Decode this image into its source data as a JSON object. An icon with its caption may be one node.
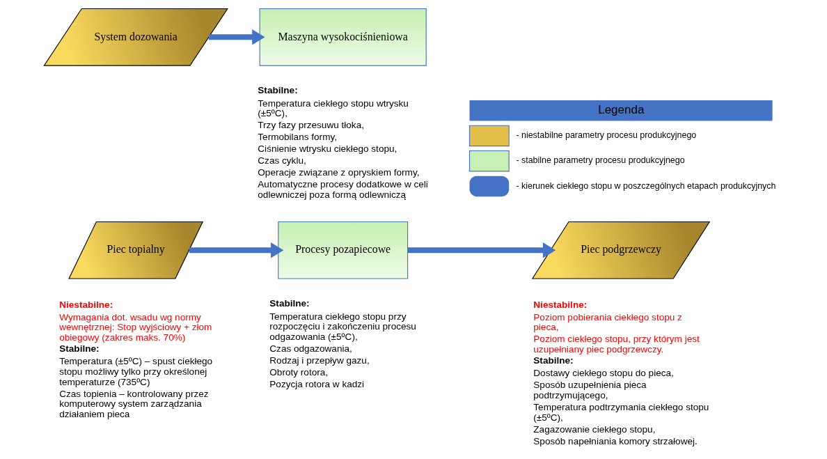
{
  "diagram": {
    "nodes": [
      {
        "text": [
          "Piec topialny"
        ],
        "beside": [
          "Niestabilne:",
          "Wymagania dot. wsadu wg normy wewnętrznej: Stop wyjściowy + złom obiegowy (zakres maks. 70%)",
          "Stabilne:",
          "Temperatura (±5ºC) – spust ciekłego stopu możliwy tylko przy określonej temperaturze (735ºC)",
          "Czas topienia – kontrolowany przez komputerowy system zarządzania działaniem pieca"
        ]
      },
      {
        "text": [
          "Procesy pozapiecowe"
        ],
        "beside": [
          "Stabilne:",
          "Temperatura ciekłego stopu przy rozpoczęciu i zakończeniu procesu odgazowania (±5ºC),",
          "Czas odgazowania,",
          "Rodzaj i przepływ gazu,",
          "Obroty rotora,",
          "Pozycja rotora w kadzi"
        ]
      },
      {
        "text": [
          "Piec podgrzewczy"
        ],
        "beside": [
          "Niestabilne:",
          "Poziom pobierania ciekłego stopu z pieca,",
          "Poziom ciekłego stopu, przy którym jest uzupełniany piec podgrzewczy.",
          "Stabilne:",
          "Dostawy ciekłego stopu do pieca,",
          "Sposób uzupełnienia pieca podtrzymującego,",
          "Temperatura podtrzymania ciekłego stopu (±5ºC),",
          "Zagazowanie ciekłego stopu,",
          "Sposób napełniania komory strzałowej."
        ]
      },
      {
        "text": [
          "System dozowania"
        ]
      },
      {
        "text": [
          "Maszyna wysokociśnieniowa"
        ],
        "beside": [
          "Stabilne:",
          "Temperatura ciekłego stopu wtrysku (±5ºC),",
          "Trzy fazy przesuwu tłoka,",
          "Termobilans formy,",
          "Ciśnienie wtrysku ciekłego stopu,",
          "Czas cyklu,",
          "Operacje związane z opryskiem formy,",
          "Automatyczne procesy dodatkowe w celi odlewniczej poza formą odlewniczą"
        ]
      }
    ],
    "edges": [
      {
        "from": 0,
        "to": 1,
        "arrow": "to"
      },
      {
        "from": 1,
        "to": 2,
        "arrow": "to"
      },
      {
        "from": 3,
        "to": 4,
        "arrow": "to"
      }
    ],
    "labels": [
      "Legenda"
    ],
    "legend": [
      {
        "text": "- niestabilne parametry procesu produkcyjnego",
        "color": "#e3bf48"
      },
      {
        "text": "- stabilne parametry procesu produkcyjnego",
        "color": "#c9f0b4"
      },
      {
        "text": "- kierunek ciekłego stopu w poszczególnych etapach produkcyjnych"
      }
    ]
  }
}
